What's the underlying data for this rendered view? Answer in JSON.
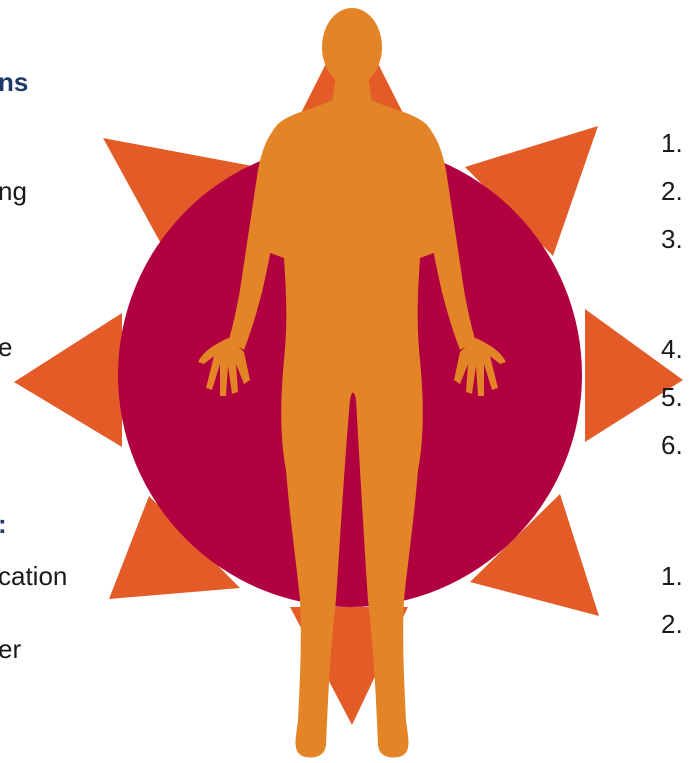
{
  "colors": {
    "rays": "#E35B26",
    "circle": "#B00040",
    "figure": "#E38426",
    "heading_text": "#1f3a68",
    "body_text": "#1a1a1a"
  },
  "left_column": {
    "heading_1": "ns",
    "line_1": "ng",
    "line_2": "e",
    "heading_2": ":",
    "line_3": "cation",
    "line_4": "er"
  },
  "right_column": {
    "markers": [
      "1.",
      "2.",
      "3.",
      "4.",
      "5.",
      "6.",
      "1.",
      "2."
    ]
  },
  "figure": {
    "icon": "human-body-silhouette-icon"
  }
}
